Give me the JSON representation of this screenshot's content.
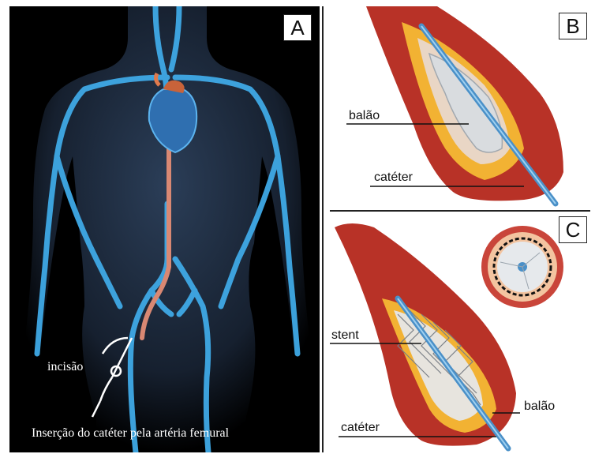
{
  "panel_a": {
    "letter": "A",
    "incision_label": "incisão",
    "caption": "Inserção do catéter pela artéria femural"
  },
  "panel_b": {
    "letter": "B",
    "balloon_label": "balão",
    "catheter_label": "catéter"
  },
  "panel_c": {
    "letter": "C",
    "stent_label": "stent",
    "balloon_label": "balão",
    "catheter_label": "catéter"
  },
  "colors": {
    "background_dark": "#000000",
    "vessel_blue": "#3fa9e6",
    "artery_red": "#c0392b",
    "tissue_yellow": "#f2b233",
    "catheter_blue": "#4a90c8"
  }
}
